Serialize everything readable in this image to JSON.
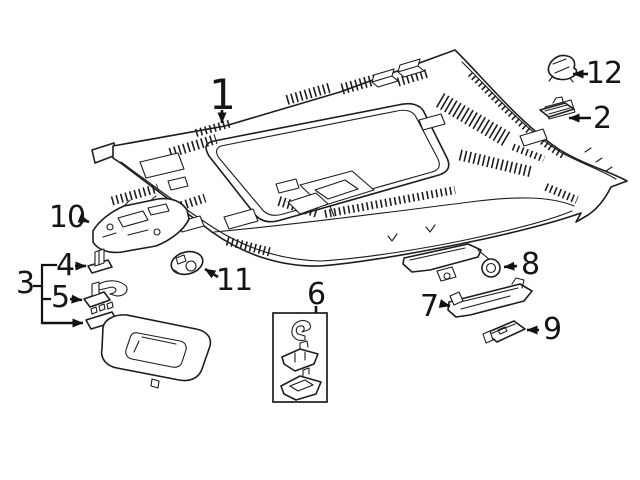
{
  "diagram": {
    "kind": "exploded-parts-line-drawing",
    "background_color": "#ffffff",
    "line_color": "#1d1d1d",
    "label_color": "#151515",
    "callouts": [
      {
        "label": "1"
      },
      {
        "label": "2"
      },
      {
        "label": "3"
      },
      {
        "label": "4"
      },
      {
        "label": "5"
      },
      {
        "label": "6"
      },
      {
        "label": "7"
      },
      {
        "label": "8"
      },
      {
        "label": "9"
      },
      {
        "label": "10"
      },
      {
        "label": "11"
      },
      {
        "label": "12"
      }
    ]
  }
}
